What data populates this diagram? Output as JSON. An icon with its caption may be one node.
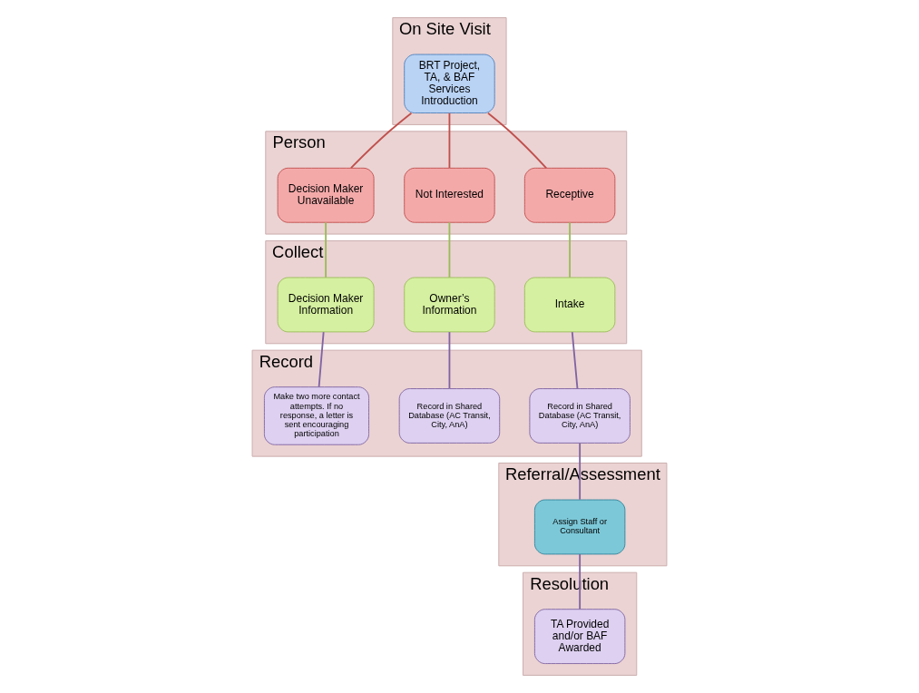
{
  "diagram": {
    "nodes": [
      {
        "text": [
          "On Site Visit"
        ]
      },
      {
        "text": [
          "BRT Project, TA, & BAF Services Introduction"
        ],
        "in": 0
      },
      {
        "text": [
          "Person"
        ]
      },
      {
        "text": [
          "Receptive"
        ],
        "in": 2
      },
      {
        "text": [
          "Not Interested"
        ],
        "in": 2
      },
      {
        "text": [
          "Decision Maker Unavailable"
        ],
        "in": 2
      },
      {
        "text": [
          "Collect"
        ]
      },
      {
        "text": [
          "Intake"
        ],
        "in": 6
      },
      {
        "text": [
          "Owner’s Information"
        ],
        "in": 6
      },
      {
        "text": [
          "Decision Maker Information"
        ],
        "in": 6
      },
      {
        "text": [
          "Record"
        ]
      },
      {
        "text": [
          "Record in Shared Database (AC Transit, City, AnA)"
        ],
        "in": 10
      },
      {
        "text": [
          "Record in Shared Database (AC Transit, City, AnA)"
        ],
        "in": 10
      },
      {
        "text": [
          "Make two more contact attempts. If no response, a letter is sent encouraging participation"
        ],
        "in": 10
      },
      {
        "text": [
          "Referral/Assessment"
        ]
      },
      {
        "text": [
          "Assign Staff or Consultant"
        ],
        "in": 14
      },
      {
        "text": [
          "Resolution"
        ]
      },
      {
        "text": [
          "TA Provided and/or BAF Awarded"
        ],
        "in": 16
      }
    ],
    "edges": [
      {
        "from": 1,
        "to": 3,
        "arrow": "none",
        "color": "#c0504d"
      },
      {
        "from": 1,
        "to": 4,
        "arrow": "none",
        "color": "#c0504d"
      },
      {
        "from": 1,
        "to": 5,
        "arrow": "none",
        "color": "#c0504d"
      },
      {
        "from": 3,
        "to": 7,
        "arrow": "none",
        "color": "#9bbb59"
      },
      {
        "from": 4,
        "to": 8,
        "arrow": "none",
        "color": "#9bbb59"
      },
      {
        "from": 5,
        "to": 9,
        "arrow": "none",
        "color": "#9bbb59"
      },
      {
        "from": 7,
        "to": 11,
        "arrow": "none"
      },
      {
        "from": 8,
        "to": 12,
        "arrow": "none"
      },
      {
        "from": 9,
        "to": 13,
        "arrow": "none"
      },
      {
        "from": 11,
        "to": 15,
        "arrow": "none"
      },
      {
        "from": 15,
        "to": 17,
        "arrow": "none"
      }
    ]
  }
}
